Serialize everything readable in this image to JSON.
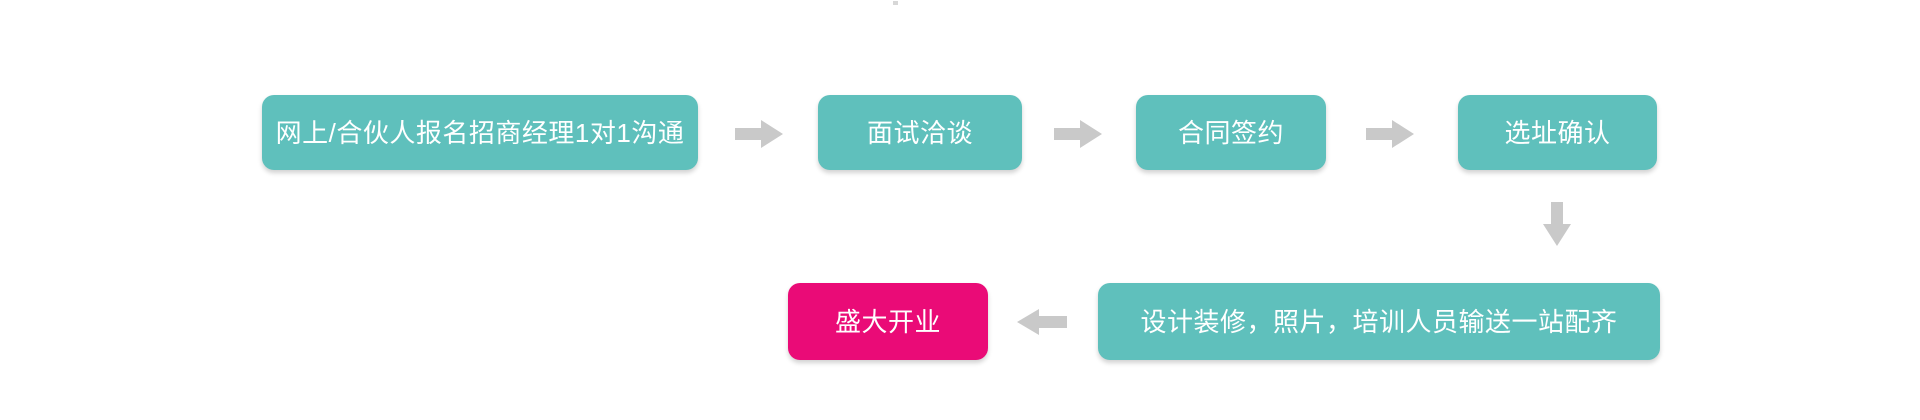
{
  "colors": {
    "background": "#ffffff",
    "step_fill": "#5fc0bc",
    "final_fill": "#ea0b77",
    "arrow": "#c9c9c9",
    "text": "#ffffff"
  },
  "icons": {
    "arrow_right": "➡",
    "arrow_down": "⬇",
    "arrow_left": "⬅"
  },
  "flow": {
    "steps": [
      {
        "label": "网上/合伙人报名招商经理1对1沟通"
      },
      {
        "label": "面试洽谈"
      },
      {
        "label": "合同签约"
      },
      {
        "label": "选址确认"
      },
      {
        "label": "设计装修，照片，培训人员输送一站配齐"
      },
      {
        "label": "盛大开业"
      }
    ]
  }
}
